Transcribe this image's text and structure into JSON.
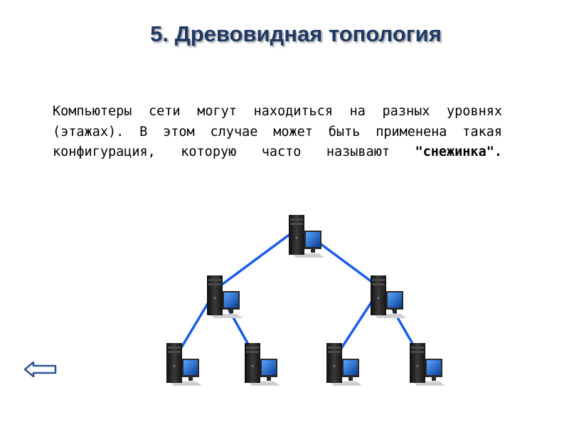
{
  "slide": {
    "title": "5. Древовидная топология",
    "text_main": "Компьютеры сети могут находиться на разных уровнях (этажах). В этом случае может быть применена такая конфигурация, которую часто называют ",
    "text_highlight": "\"снежинка\"",
    "text_end": "."
  },
  "diagram": {
    "colors": {
      "link": "#1a5ce8",
      "case": "#1c1c1c",
      "screen": "#1e6fd8"
    },
    "nodes": [
      {
        "id": "root"
      },
      {
        "id": "mid-left"
      },
      {
        "id": "mid-right"
      },
      {
        "id": "leaf-1"
      },
      {
        "id": "leaf-2"
      },
      {
        "id": "leaf-3"
      },
      {
        "id": "leaf-4"
      }
    ],
    "links": [
      [
        "root",
        "mid-left"
      ],
      [
        "root",
        "mid-right"
      ],
      [
        "mid-left",
        "leaf-1"
      ],
      [
        "mid-left",
        "leaf-2"
      ],
      [
        "mid-right",
        "leaf-3"
      ],
      [
        "mid-right",
        "leaf-4"
      ]
    ]
  },
  "nav": {
    "back_icon": "left-arrow-icon",
    "icon_color": "#2f5597"
  }
}
